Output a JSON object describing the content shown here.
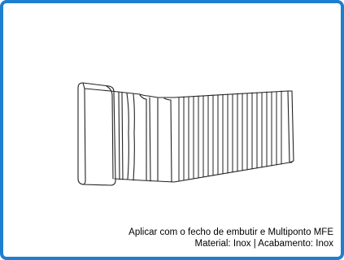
{
  "product": {
    "image_name": "striker-plate-drawing",
    "caption_line1": "Aplicar com o fecho de embutir e Multiponto MFE",
    "caption_line2": "Material: Inox | Acabamento: Inox"
  },
  "colors": {
    "border": "#1e7fd0",
    "line": "#222222",
    "background": "#ffffff"
  }
}
